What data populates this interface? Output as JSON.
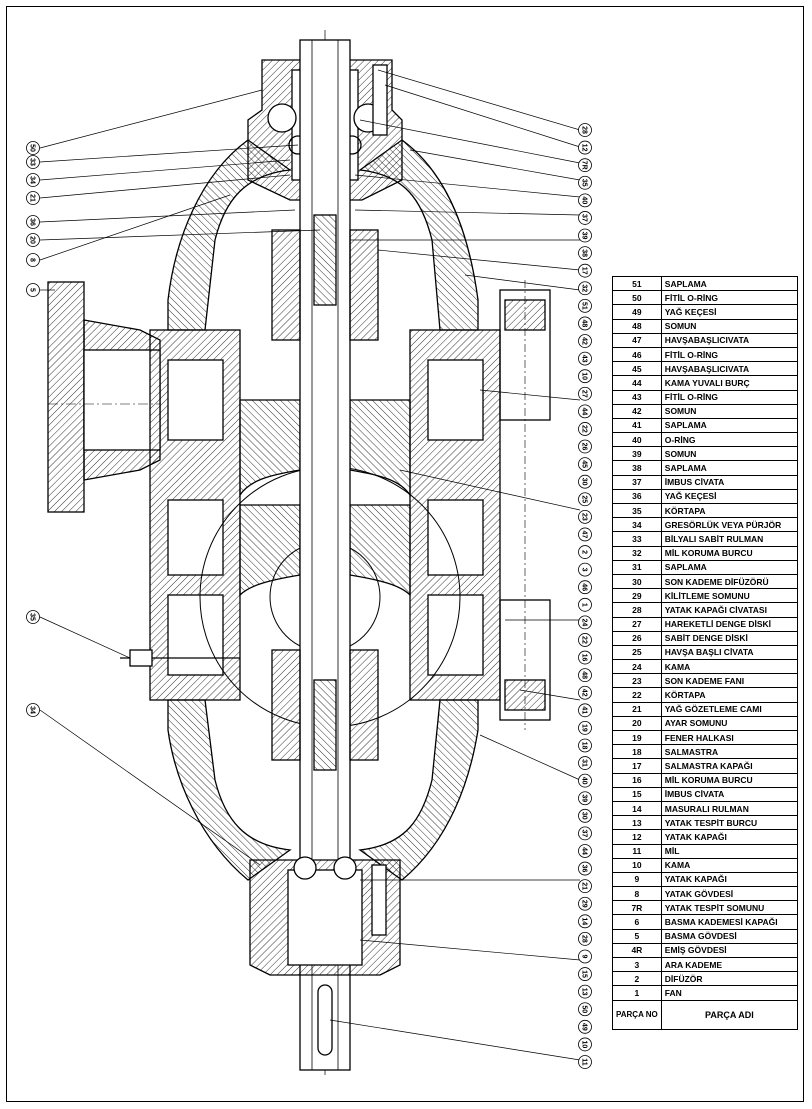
{
  "table": {
    "header_no": "PARÇA NO",
    "header_name": "PARÇA ADI",
    "rows": [
      {
        "no": "51",
        "name": "SAPLAMA"
      },
      {
        "no": "50",
        "name": "FİTİL O-RİNG"
      },
      {
        "no": "49",
        "name": "YAĞ KEÇESİ"
      },
      {
        "no": "48",
        "name": "SOMUN"
      },
      {
        "no": "47",
        "name": "HAVŞABAŞLICIVATA"
      },
      {
        "no": "46",
        "name": "FİTİL O-RİNG"
      },
      {
        "no": "45",
        "name": "HAVŞABAŞLICIVATA"
      },
      {
        "no": "44",
        "name": "KAMA YUVALI BURÇ"
      },
      {
        "no": "43",
        "name": "FİTİL O-RİNG"
      },
      {
        "no": "42",
        "name": "SOMUN"
      },
      {
        "no": "41",
        "name": "SAPLAMA"
      },
      {
        "no": "40",
        "name": "O-RİNG"
      },
      {
        "no": "39",
        "name": "SOMUN"
      },
      {
        "no": "38",
        "name": "SAPLAMA"
      },
      {
        "no": "37",
        "name": "İMBUS CİVATA"
      },
      {
        "no": "36",
        "name": "YAĞ KEÇESİ"
      },
      {
        "no": "35",
        "name": "KÖRTAPA"
      },
      {
        "no": "34",
        "name": "GRESÖRLÜK VEYA PÜRJÖR"
      },
      {
        "no": "33",
        "name": "BİLYALI SABİT RULMAN"
      },
      {
        "no": "32",
        "name": "MİL KORUMA BURCU"
      },
      {
        "no": "31",
        "name": "SAPLAMA"
      },
      {
        "no": "30",
        "name": "SON KADEME DİFÜZÖRÜ"
      },
      {
        "no": "29",
        "name": "KİLİTLEME SOMUNU"
      },
      {
        "no": "28",
        "name": "YATAK KAPAĞI CİVATASI"
      },
      {
        "no": "27",
        "name": "HAREKETLİ DENGE DİSKİ"
      },
      {
        "no": "26",
        "name": "SABİT DENGE DİSKİ"
      },
      {
        "no": "25",
        "name": "HAVŞA BAŞLI CİVATA"
      },
      {
        "no": "24",
        "name": "KAMA"
      },
      {
        "no": "23",
        "name": "SON KADEME FANI"
      },
      {
        "no": "22",
        "name": "KÖRTAPA"
      },
      {
        "no": "21",
        "name": "YAĞ GÖZETLEME CAMI"
      },
      {
        "no": "20",
        "name": "AYAR SOMUNU"
      },
      {
        "no": "19",
        "name": "FENER HALKASI"
      },
      {
        "no": "18",
        "name": "SALMASTRA"
      },
      {
        "no": "17",
        "name": "SALMASTRA KAPAĞI"
      },
      {
        "no": "16",
        "name": "MİL KORUMA BURCU"
      },
      {
        "no": "15",
        "name": "İMBUS CİVATA"
      },
      {
        "no": "14",
        "name": "MASURALI RULMAN"
      },
      {
        "no": "13",
        "name": "YATAK TESPİT BURCU"
      },
      {
        "no": "12",
        "name": "YATAK KAPAĞI"
      },
      {
        "no": "11",
        "name": "MİL"
      },
      {
        "no": "10",
        "name": "KAMA"
      },
      {
        "no": "9",
        "name": "YATAK KAPAĞI"
      },
      {
        "no": "8",
        "name": "YATAK GÖVDESİ"
      },
      {
        "no": "7R",
        "name": "YATAK TESPİT SOMUNU"
      },
      {
        "no": "6",
        "name": "BASMA KADEMESİ KAPAĞI"
      },
      {
        "no": "5",
        "name": "BASMA GÖVDESİ"
      },
      {
        "no": "4R",
        "name": "EMİŞ GÖVDESİ"
      },
      {
        "no": "3",
        "name": "ARA KADEME"
      },
      {
        "no": "2",
        "name": "DİFÜZÖR"
      },
      {
        "no": "1",
        "name": "FAN"
      }
    ]
  },
  "balloons_left": [
    "50",
    "33",
    "34",
    "21",
    "36",
    "20",
    "8",
    "5",
    "35",
    "34"
  ],
  "balloons_right": [
    "28",
    "12",
    "7R",
    "35",
    "40",
    "37",
    "39",
    "38",
    "17",
    "32",
    "51",
    "48",
    "42",
    "43",
    "10",
    "27",
    "44",
    "22",
    "26",
    "45",
    "30",
    "25",
    "23",
    "47",
    "2",
    "3",
    "46",
    "1",
    "24",
    "22",
    "16",
    "48",
    "42",
    "41",
    "19",
    "18",
    "31",
    "40",
    "39",
    "30",
    "37",
    "44",
    "36",
    "21",
    "29",
    "14",
    "28",
    "9",
    "15",
    "13",
    "50",
    "49",
    "10",
    "11"
  ],
  "colors": {
    "line": "#000000",
    "hatch": "#000000",
    "background": "#ffffff"
  }
}
